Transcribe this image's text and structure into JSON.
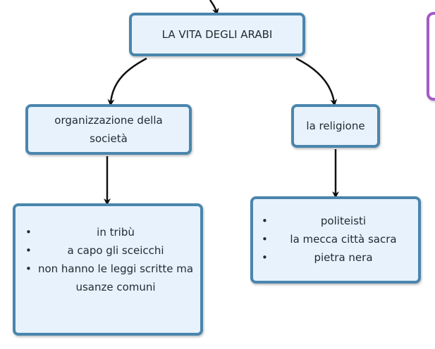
{
  "root": {
    "label": "LA VITA DEGLI ARABI"
  },
  "branches": [
    {
      "label": "organizzazione della società",
      "items": [
        "in tribù",
        "a capo gli sceicchi",
        "non hanno le leggi scritte ma usanze comuni"
      ]
    },
    {
      "label": "la religione",
      "items": [
        "politeisti",
        "la mecca città sacra",
        "pietra nera"
      ]
    }
  ],
  "colors": {
    "node_fill": "#e7f2fc",
    "node_border": "#4a86ad",
    "side_border": "#a35bc7",
    "connector": "#111111"
  }
}
